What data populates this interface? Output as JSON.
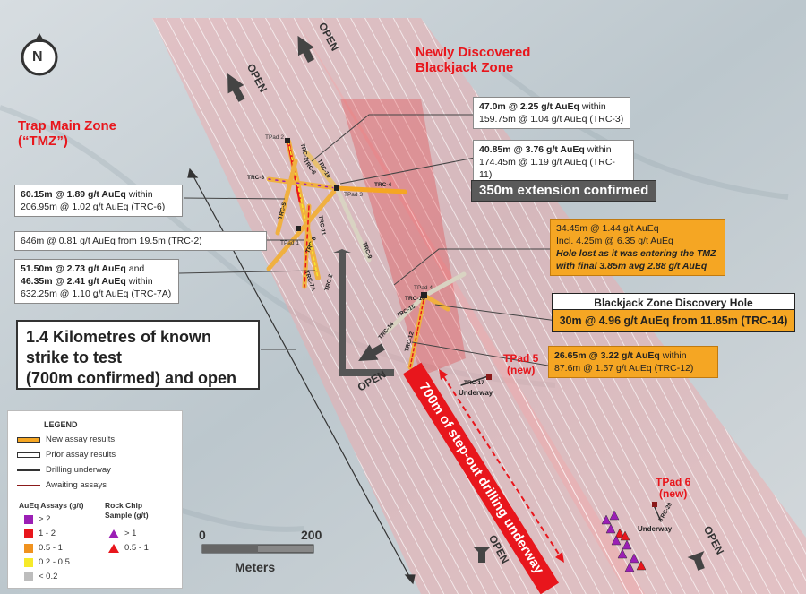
{
  "titles": {
    "blackjack_zone": "Newly Discovered\nBlackjack Zone",
    "trap_main_zone": "Trap Main Zone\n(“TMZ”)"
  },
  "north_label": "N",
  "callouts": {
    "trc3": {
      "bold": "47.0m @ 2.25 g/t AuEq",
      "rest": " within",
      "line2": "159.75m @ 1.04 g/t AuEq (TRC-3)"
    },
    "trc11": {
      "bold": "40.85m @ 3.76 g/t AuEq",
      "rest": " within",
      "line2": "174.45m @ 1.19 g/t AuEq (TRC-11)"
    },
    "trc6": {
      "bold": "60.15m @ 1.89 g/t AuEq",
      "rest": " within",
      "line2": "206.95m @ 1.02 g/t AuEq (TRC-6)"
    },
    "trc2": {
      "text": "646m @ 0.81 g/t AuEq from 19.5m (TRC-2)"
    },
    "trc7a": {
      "bold1": "51.50m @ 2.73 g/t AuEq",
      "rest1": " and",
      "bold2": "46.35m @ 2.41 g/t AuEq",
      "rest2": " within",
      "line3": "632.25m @ 1.10 g/t AuEq (TRC-7A)"
    },
    "extension": "350m extension confirmed",
    "trc16": {
      "line1": "34.45m @ 1.44 g/t AuEq",
      "line2": "Incl. 4.25m @ 6.35 g/t AuEq",
      "line3": "Hole lost as it was entering the TMZ",
      "line4": "with final 3.85m avg 2.88 g/t AuEq"
    },
    "discovery_title": "Blackjack Zone Discovery Hole",
    "discovery_value": "30m @ 4.96 g/t AuEq from 11.85m (TRC-14)",
    "trc12": {
      "bold": "26.65m @ 3.22 g/t AuEq",
      "rest": " within",
      "line2": "87.6m @ 1.57 g/t AuEq (TRC-12)"
    }
  },
  "strike_box": "1.4 Kilometres of known\nstrike to test\n(700m confirmed) and open",
  "stepout_label": "700m of step-out drilling underway",
  "open_labels": [
    "OPEN",
    "OPEN",
    "OPEN",
    "OPEN",
    "OPEN"
  ],
  "pads": {
    "tpad5": "TPad 5\n(new)",
    "tpad6": "TPad 6\n(new)",
    "tpad1": "TPad 1",
    "tpad2": "TPad 2",
    "tpad3": "TPad 3",
    "tpad4": "TPad 4"
  },
  "hole_labels": [
    "TRC-1",
    "TRC-3",
    "TRC-6",
    "TRC-10",
    "TRC-4",
    "TRC-5",
    "TRC-8",
    "TRC-9",
    "TRC-7A",
    "TRC-2",
    "TRC-11",
    "TRC-16",
    "TRC-15",
    "TRC-14",
    "TRC-12",
    "TRC-17",
    "TRC-20"
  ],
  "underway_labels": [
    "Underway",
    "Underway"
  ],
  "legend": {
    "title": "LEGEND",
    "items": [
      "New assay results",
      "Prior assay results",
      "Drilling underway",
      "Awaiting assays"
    ],
    "auEq_title": "AuEq Assays (g/t)",
    "auEq_items": [
      {
        "label": "> 2",
        "color": "#9b1fb5"
      },
      {
        "label": "1 - 2",
        "color": "#e8161c"
      },
      {
        "label": "0.5 - 1",
        "color": "#f0921e"
      },
      {
        "label": "0.2 - 0.5",
        "color": "#f6ea2a"
      },
      {
        "label": "< 0.2",
        "color": "#bdbdbd"
      }
    ],
    "rock_title": "Rock Chip\nSample (g/t)",
    "rock_items": [
      {
        "label": "> 1",
        "color": "#9b1fb5"
      },
      {
        "label": "0.5 - 1",
        "color": "#e8161c"
      }
    ]
  },
  "scale": {
    "start": "0",
    "end": "200",
    "unit": "Meters"
  },
  "colors": {
    "accent_red": "#e8161c",
    "assay_orange": "#f5a623",
    "zone_pink": "#f3a7a9"
  }
}
